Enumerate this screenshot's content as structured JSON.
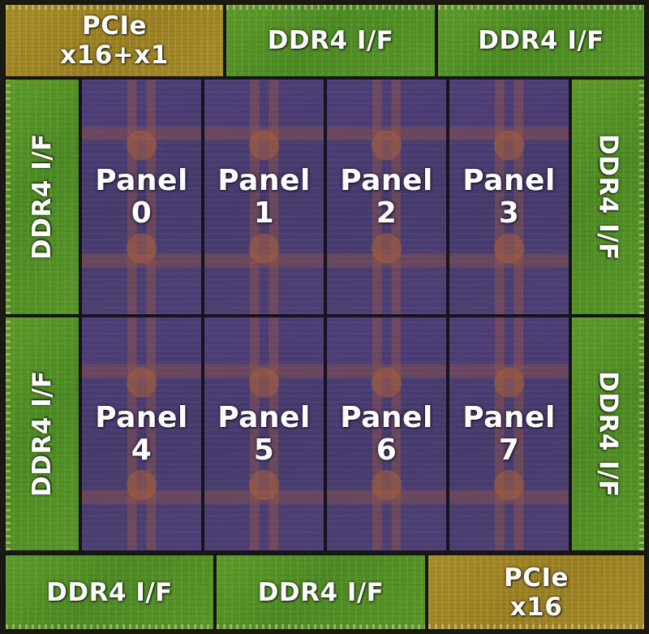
{
  "colors": {
    "io_green": "#4f8c26",
    "pcie_gold": "#9f8424",
    "panel_purple": "#4a3d70",
    "label_white": "#ffffff"
  },
  "top": {
    "pcie": "PCIe\nx16+x1",
    "ddr_a": "DDR4 I/F",
    "ddr_b": "DDR4 I/F"
  },
  "left": {
    "ddr_upper": "DDR4 I/F",
    "ddr_lower": "DDR4 I/F"
  },
  "right": {
    "ddr_upper": "DDR4 I/F",
    "ddr_lower": "DDR4 I/F"
  },
  "bottom": {
    "ddr_a": "DDR4 I/F",
    "ddr_b": "DDR4 I/F",
    "pcie": "PCIe\nx16"
  },
  "panels": [
    "Panel\n0",
    "Panel\n1",
    "Panel\n2",
    "Panel\n3",
    "Panel\n4",
    "Panel\n5",
    "Panel\n6",
    "Panel\n7"
  ]
}
